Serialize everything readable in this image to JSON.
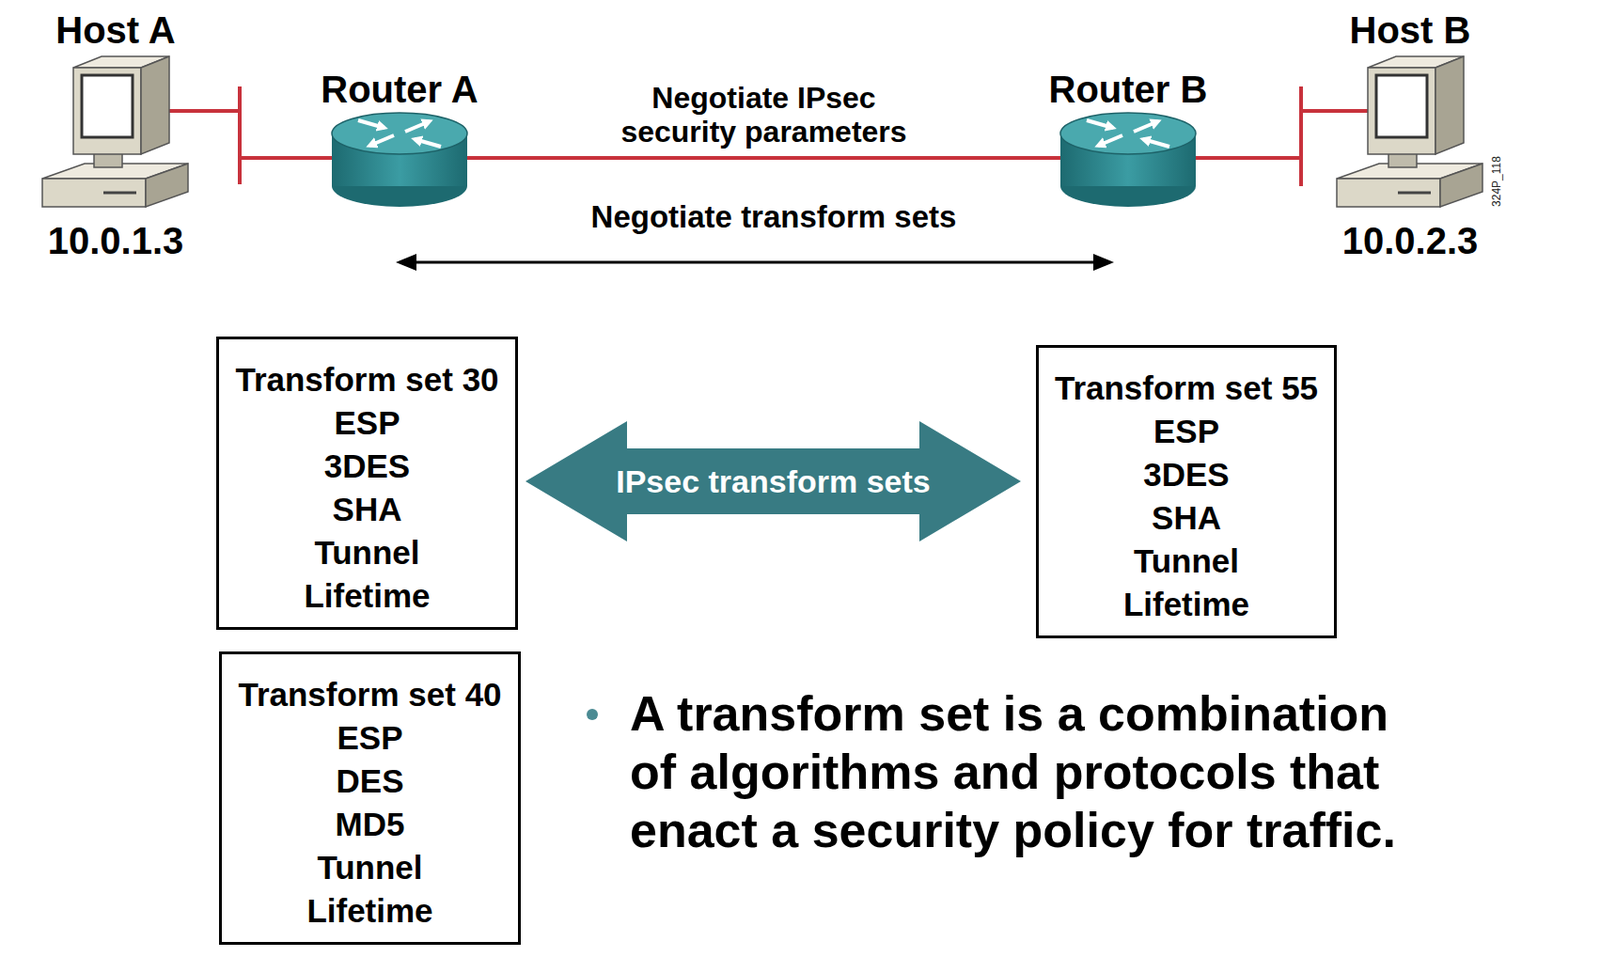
{
  "diagram": {
    "nodes": [
      {
        "text": [
          "Host A",
          "10.0.1.3"
        ]
      },
      {
        "text": [
          "Router A"
        ]
      },
      {
        "text": [
          "Router B"
        ]
      },
      {
        "text": [
          "Host B",
          "10.0.2.3"
        ]
      },
      {
        "text": [
          "Transform set 30",
          "ESP",
          "3DES",
          "SHA",
          "Tunnel",
          "Lifetime"
        ]
      },
      {
        "text": [
          "Transform set 55",
          "ESP",
          "3DES",
          "SHA",
          "Tunnel",
          "Lifetime"
        ]
      },
      {
        "text": [
          "Transform set 40",
          "ESP",
          "DES",
          "MD5",
          "Tunnel",
          "Lifetime"
        ]
      }
    ],
    "edges": [
      {
        "from": 0,
        "to": 1,
        "arrow": "none"
      },
      {
        "from": 1,
        "to": 2,
        "label": "Negotiate IPsec security parameters",
        "arrow": "none"
      },
      {
        "from": 2,
        "to": 3,
        "arrow": "none"
      },
      {
        "from": 4,
        "to": 5,
        "label": "IPsec transform sets",
        "arrow": "both"
      }
    ],
    "labels": [
      "Negotiate transform sets",
      "A transform set is a combination of algorithms and protocols that enact a security policy for traffic.",
      "324P_118"
    ]
  }
}
